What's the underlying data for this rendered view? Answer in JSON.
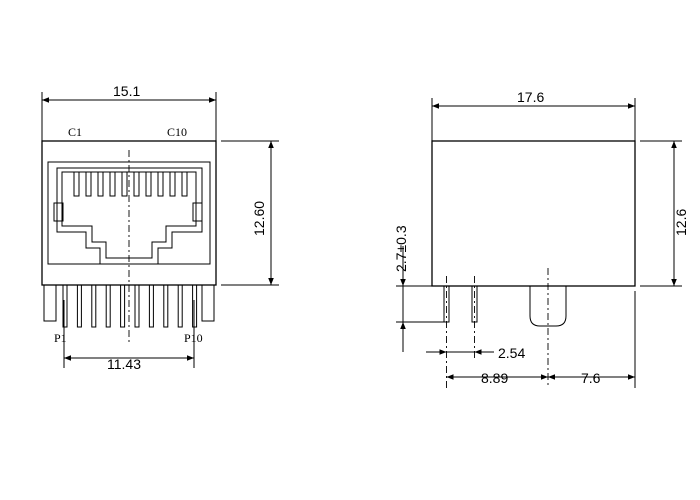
{
  "front_view": {
    "contact_first": "C1",
    "contact_last": "C10",
    "pin_first": "P1",
    "pin_last": "P10",
    "dim_width": "15.1",
    "dim_height": "12.60",
    "dim_pin_span": "11.43"
  },
  "side_view": {
    "dim_length": "17.6",
    "dim_height": "12.6",
    "dim_pin_length": "2.7±0.3",
    "dim_pin_pitch": "2.54",
    "dim_pin_to_post": "8.89",
    "dim_post_to_end": "7.6"
  }
}
